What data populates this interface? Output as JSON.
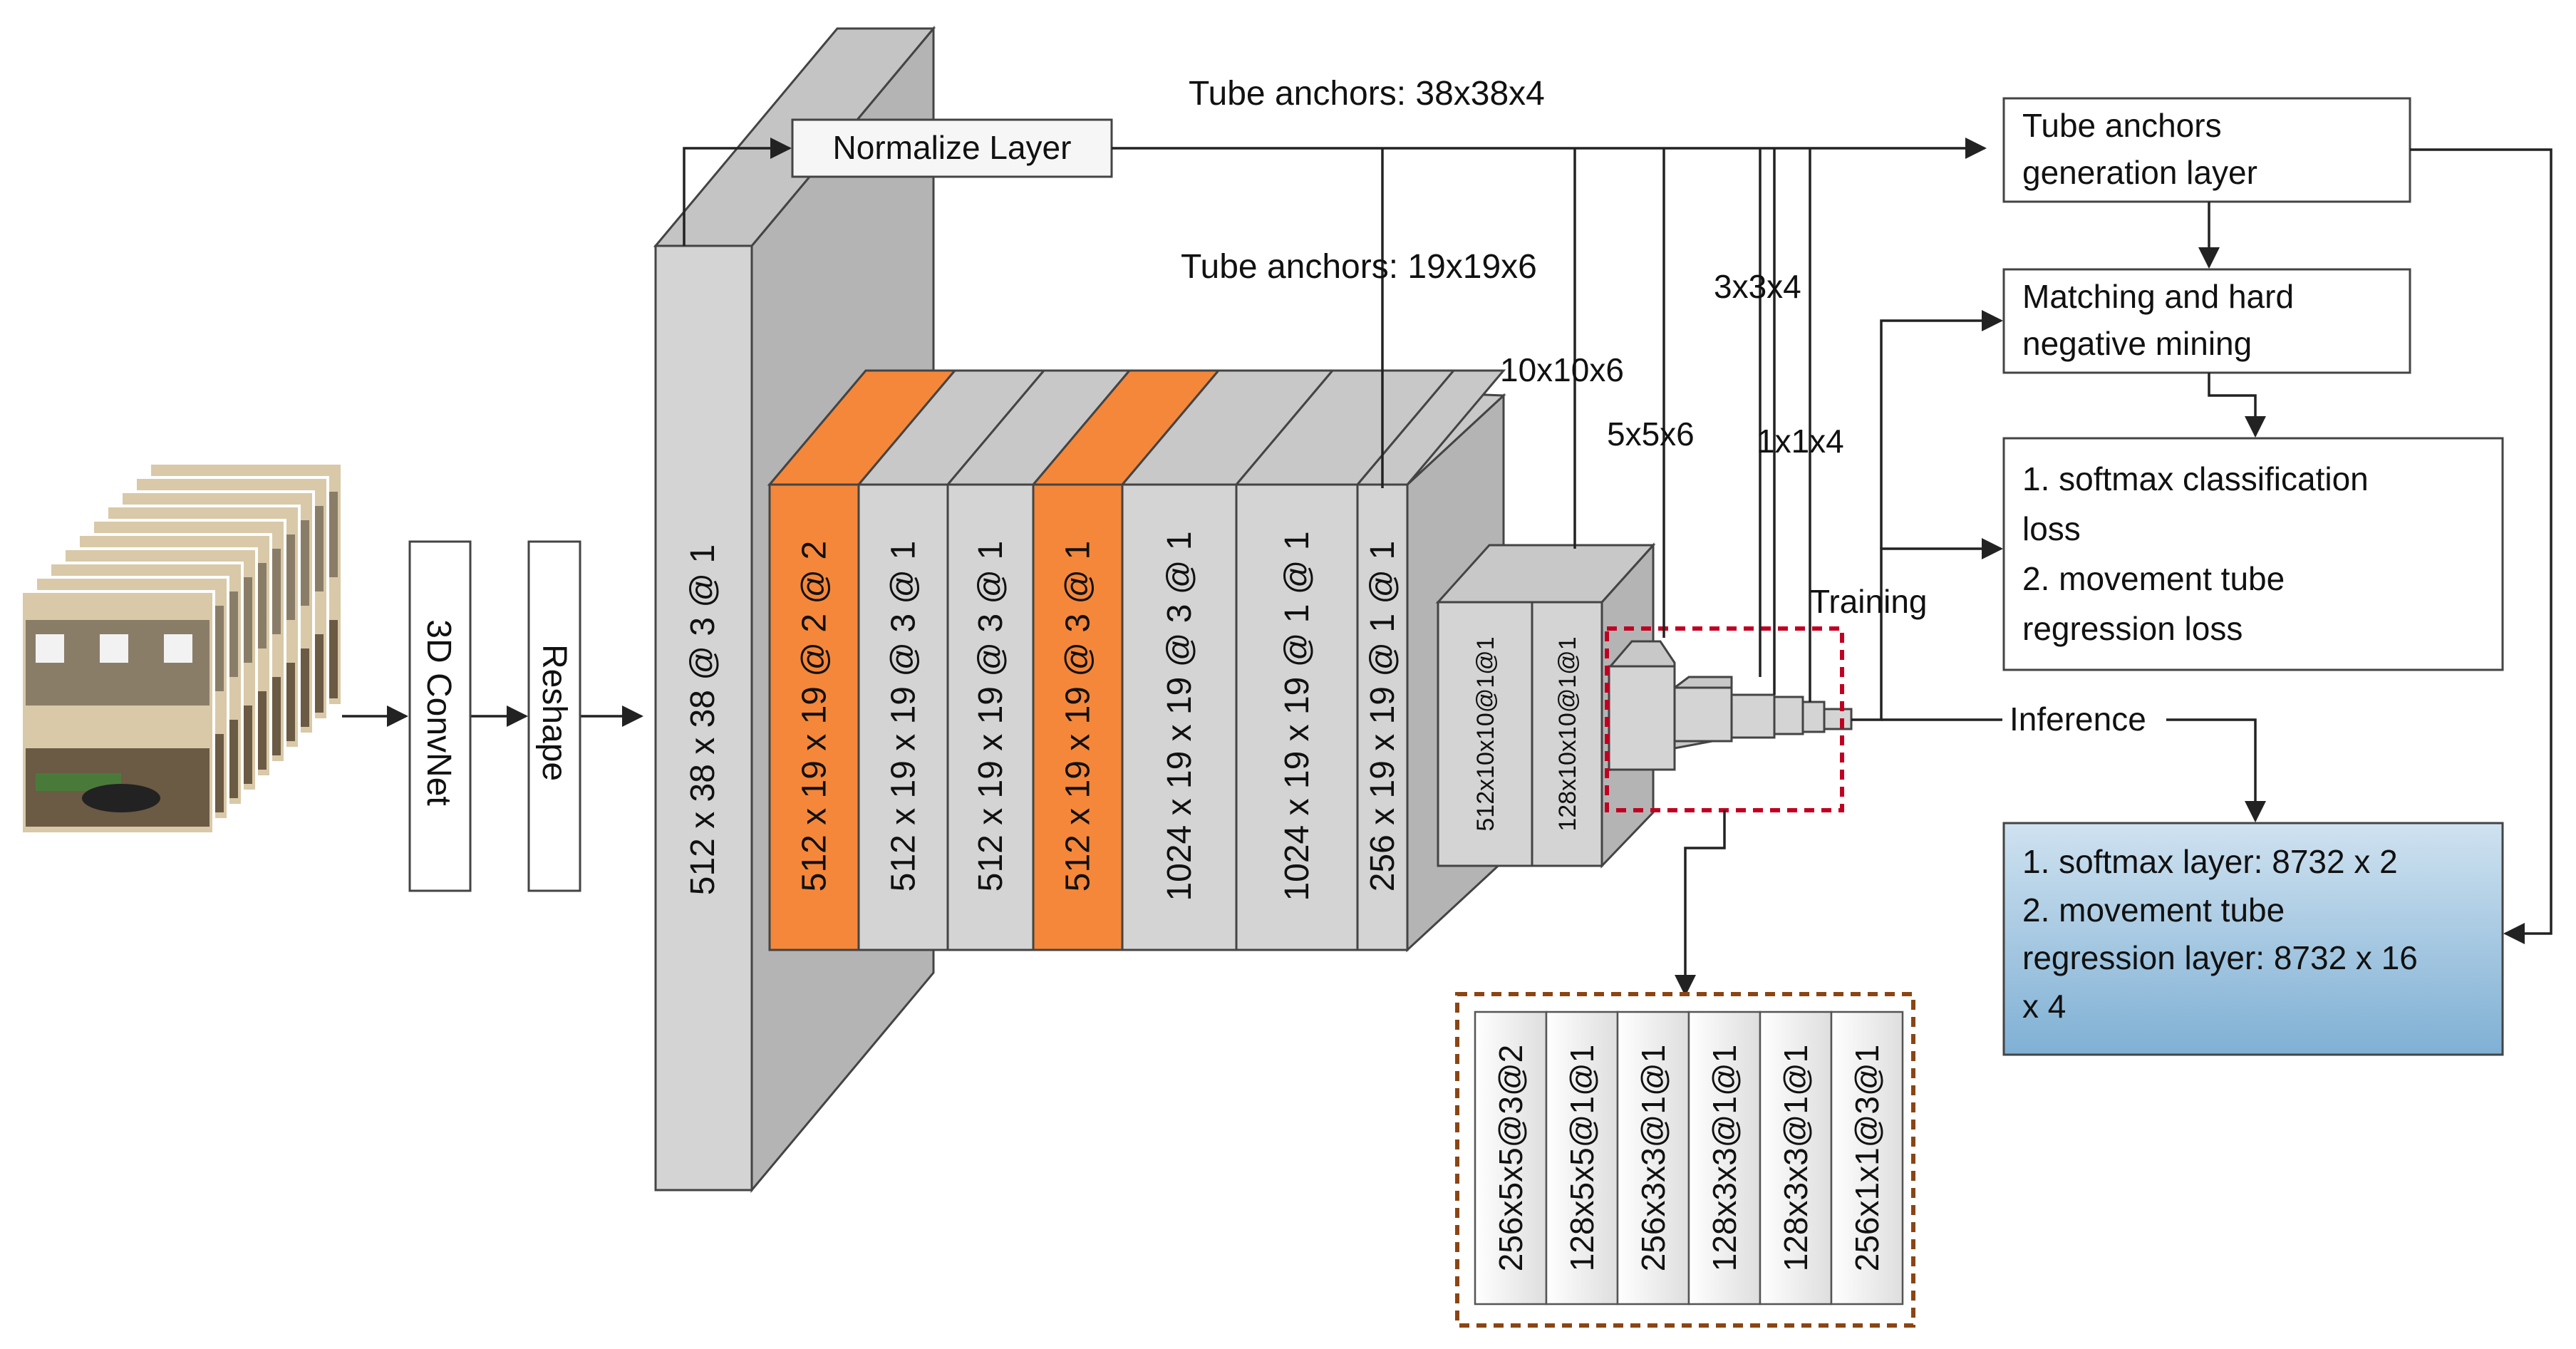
{
  "input": {
    "blocks": {
      "convnet": "3D ConvNet",
      "reshape": "Reshape"
    }
  },
  "base_layer": "512 x 38 x 38 @ 3 @ 1",
  "normalize_layer": "Normalize Layer",
  "main_layers": [
    {
      "label": "512 x 19 x 19 @ 2 @ 2",
      "highlight": true
    },
    {
      "label": "512 x 19 x 19 @ 3 @ 1",
      "highlight": false
    },
    {
      "label": "512 x 19 x 19 @ 3 @ 1",
      "highlight": false
    },
    {
      "label": "512 x 19 x 19 @ 3 @ 1",
      "highlight": true
    },
    {
      "label": "1024 x 19 x 19 @ 3 @ 1",
      "highlight": false
    },
    {
      "label": "1024 x 19 x 19  @ 1 @ 1",
      "highlight": false
    },
    {
      "label": "256 x 19 x 19 @ 1 @ 1",
      "highlight": false
    }
  ],
  "mid_layers": [
    "512x10x10@1@1",
    "128x10x10@1@1"
  ],
  "detail_layers": [
    "256x5x5@3@2",
    "128x5x5@1@1",
    "256x3x3@1@1",
    "128x3x3@1@1",
    "128x3x3@1@1",
    "256x1x1@3@1"
  ],
  "anchor_labels": {
    "a38": "Tube anchors: 38x38x4",
    "a19": "Tube anchors: 19x19x6",
    "a10": "10x10x6",
    "a5": "5x5x6",
    "a3": "3x3x4",
    "a1": "1x1x4"
  },
  "flow_labels": {
    "training": "Training",
    "inference": "Inference"
  },
  "boxes": {
    "tube_gen": [
      "Tube anchors",
      "generation layer"
    ],
    "matching": [
      "Matching and hard",
      "negative mining"
    ],
    "loss": [
      "1. softmax classification",
      "loss",
      "2. movement tube",
      "regression loss"
    ],
    "output": [
      "1. softmax layer: 8732 x 2",
      "2. movement tube",
      "regression layer: 8732 x 16",
      "x 4"
    ]
  },
  "colors": {
    "layer_fill": "#d4d4d4",
    "highlight": "#f5873a",
    "output_box": "#9ec4df",
    "dashed_red": "#c00020",
    "dashed_brown": "#8b4513"
  }
}
